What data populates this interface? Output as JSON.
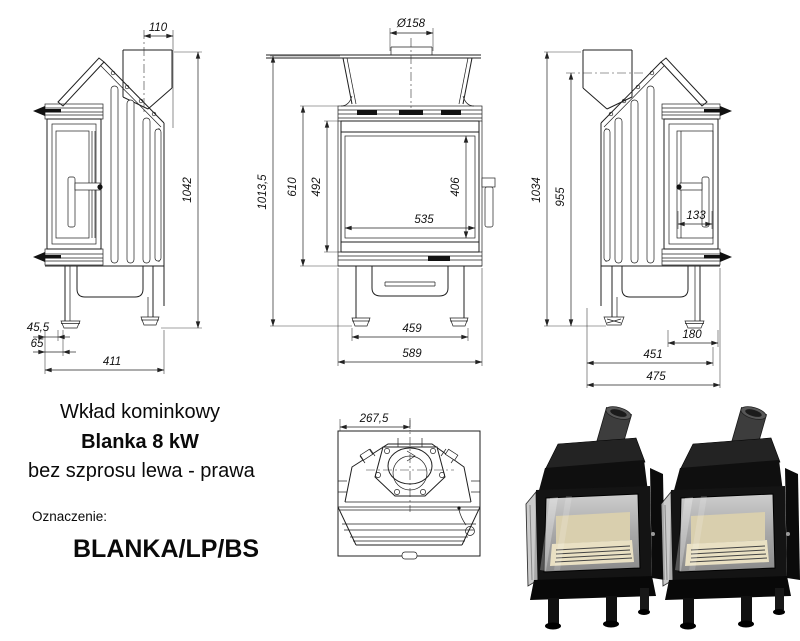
{
  "sheet": {
    "background": "#ffffff",
    "line_color": "#1f1f1f"
  },
  "title_block": {
    "product_type": "Wkład kominkowy",
    "model": "Blanka 8 kW",
    "variant": "bez szprosu lewa - prawa",
    "designation_label": "Oznaczenie:",
    "designation_code": "BLANKA/LP/BS"
  },
  "views": {
    "left_side_view": {
      "flue_offset": "110",
      "total_height": "1042",
      "front_foot_inset": "45,5",
      "front_foot_axis": "65",
      "depth": "411"
    },
    "front_view": {
      "flue_diameter": "Ø158",
      "total_height": "1013,5",
      "casing_height": "610",
      "door_height": "492",
      "glass_height": "406",
      "glass_width": "535",
      "feet_spacing": "459",
      "total_width": "589"
    },
    "right_side_view": {
      "total_height": "1034",
      "flue_axis_height": "955",
      "side_glass_width": "133",
      "front_foot_offset": "180",
      "body_depth": "451",
      "total_depth": "475"
    },
    "top_view": {
      "flue_center_offset": "267,5"
    }
  },
  "render_colors": {
    "body": "#141414",
    "interior_lining": "#e9e0c3",
    "glass": "#a8a8a8",
    "pipe": "#3d3d3d"
  }
}
